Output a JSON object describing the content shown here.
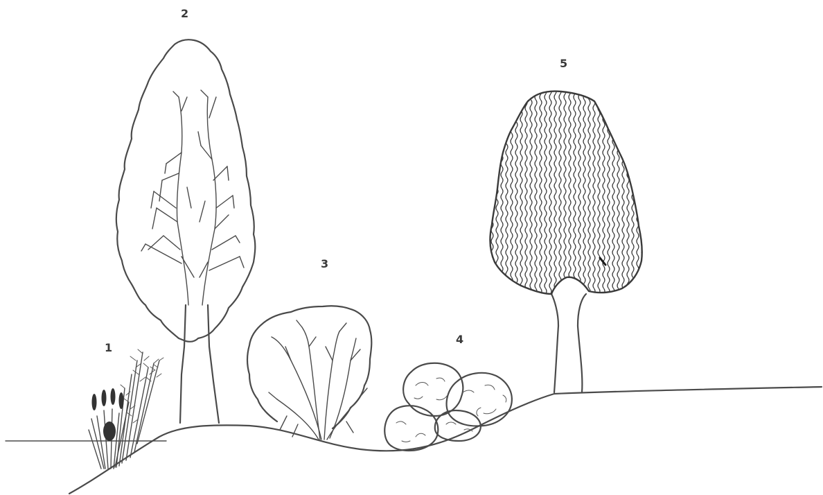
{
  "labels": {
    "reeds": "1",
    "columnar_tree": "2",
    "rounded_shrub": "3",
    "clipped_shrubs": "4",
    "dense_crown_tree": "5"
  },
  "colors": {
    "ink": "#4a4a4a",
    "label": "#3a3a3a",
    "background": "#ffffff"
  }
}
